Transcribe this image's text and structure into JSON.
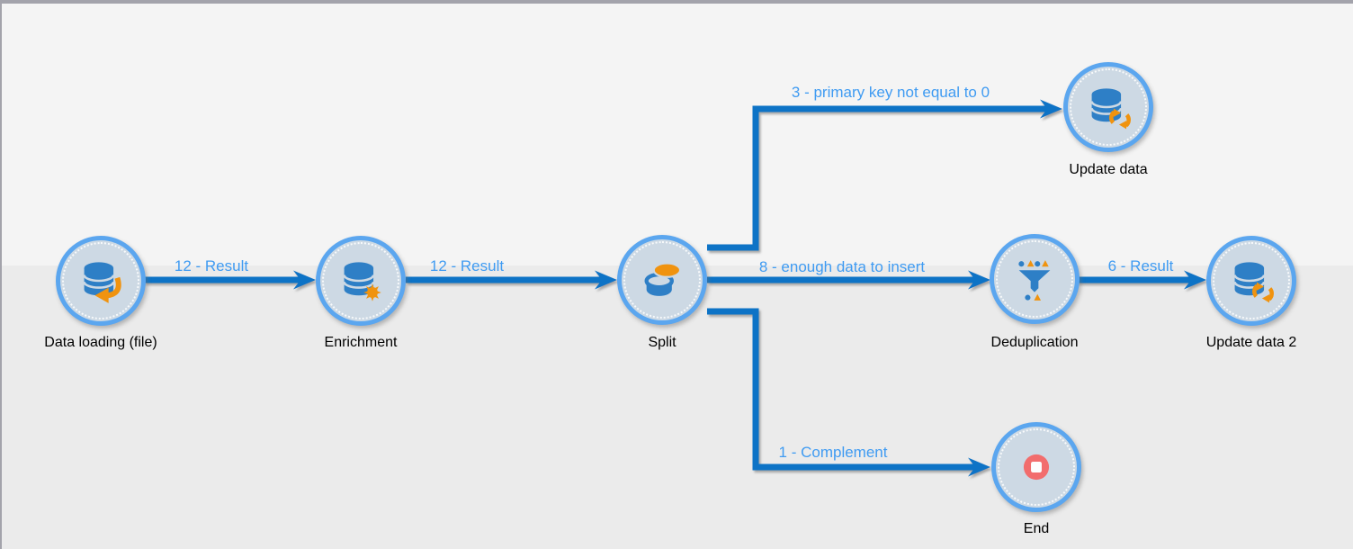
{
  "workflow": {
    "nodes": [
      {
        "label": "Data loading (file)",
        "icon": "database-import-icon"
      },
      {
        "label": "Enrichment",
        "icon": "database-enrichment-icon"
      },
      {
        "label": "Split",
        "icon": "split-icon"
      },
      {
        "label": "Update data",
        "icon": "database-update-icon"
      },
      {
        "label": "Deduplication",
        "icon": "deduplication-funnel-icon"
      },
      {
        "label": "Update data 2",
        "icon": "database-update-icon"
      },
      {
        "label": "End",
        "icon": "end-stop-icon"
      }
    ],
    "edges": [
      {
        "label": "12 - Result",
        "from": "Data loading (file)",
        "to": "Enrichment"
      },
      {
        "label": "12 - Result",
        "from": "Enrichment",
        "to": "Split"
      },
      {
        "label": "3 - primary key not equal to 0",
        "from": "Split",
        "to": "Update data"
      },
      {
        "label": "8 - enough data to insert",
        "from": "Split",
        "to": "Deduplication"
      },
      {
        "label": "6 - Result",
        "from": "Deduplication",
        "to": "Update data 2"
      },
      {
        "label": "1 - Complement",
        "from": "Split",
        "to": "End"
      }
    ]
  },
  "colors": {
    "edge": "#1173c6",
    "edge_label": "#3f9bf2",
    "icon_blue": "#2e7fc6",
    "icon_orange": "#f0930f",
    "end_red": "#f26d6d",
    "node_border": "#5ba6ef",
    "node_fill": "#cdd9e4",
    "bg_top": "#f4f4f4",
    "bg_bottom": "#ebebeb",
    "frame_border": "#a3a3ab",
    "node_label": "#000000"
  }
}
